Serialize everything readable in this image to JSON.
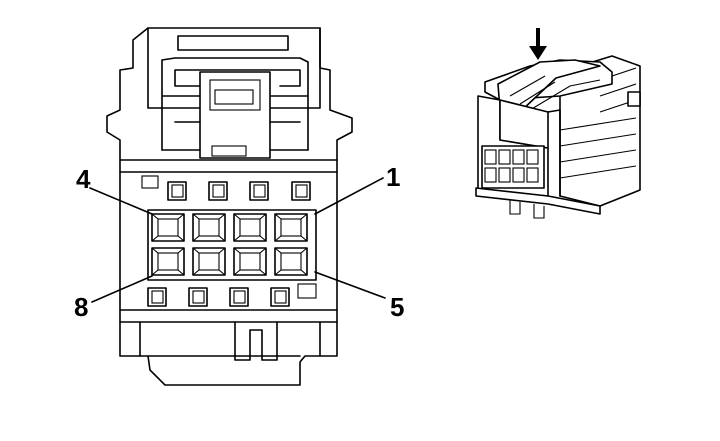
{
  "diagram": {
    "pin_labels": [
      {
        "id": "pin-4",
        "text": "4"
      },
      {
        "id": "pin-1",
        "text": "1"
      },
      {
        "id": "pin-8",
        "text": "8"
      },
      {
        "id": "pin-5",
        "text": "5"
      }
    ],
    "views": [
      "connector-face-view",
      "connector-iso-view"
    ],
    "callout_icon": "down-arrow-icon"
  }
}
